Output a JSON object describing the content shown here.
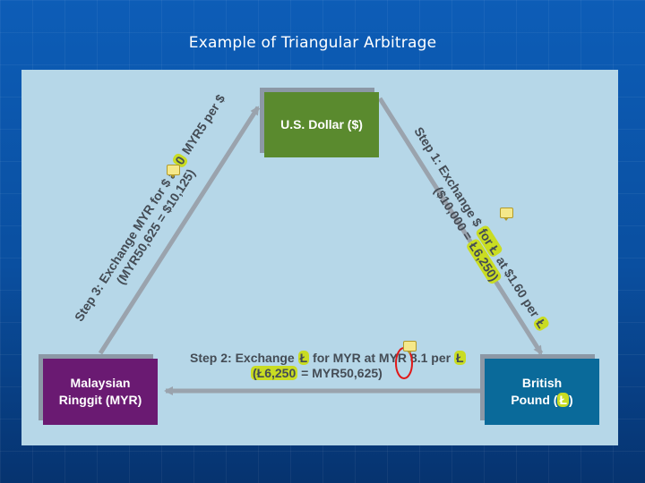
{
  "title": "Example of Triangular Arbitrage",
  "nodes": {
    "usd": {
      "label": "U.S. Dollar ($)"
    },
    "myr": {
      "label": "Malaysian\nRinggit (MYR)"
    },
    "gbp": {
      "label_prefix": "British\nPound (",
      "label_symbol": "Ł",
      "label_suffix": ")"
    }
  },
  "steps": {
    "step1": {
      "line1_a": "Step 1: Exchange $ ",
      "line1_hl": "for Ł",
      "line1_b": " at $1.60 per ",
      "line1_hl2": "Ł",
      "line2_a": "($10,000 = ",
      "line2_hl": "Ł6,250)"
    },
    "step2": {
      "line1_a": "Step 2: Exchange ",
      "line1_hl": "Ł",
      "line1_b": " for MYR at MYR 8.1 per ",
      "line1_hl2": "Ł",
      "line2_hl": "(Ł6,250",
      "line2_b": " = MYR50,625)"
    },
    "step3": {
      "line1_a": "Step 3: Exchange MYR for $ at ",
      "line1_hl": "0",
      "line1_b": " MYR5 per $",
      "line2_a": "(MYR50,625 = $10,125)"
    }
  },
  "colors": {
    "usd_box": "#5a8a2e",
    "myr_box": "#6a1a72",
    "gbp_box": "#0a6a9a",
    "highlight": "#c9dc22",
    "annotation_circle": "#e01818",
    "arrow": "#9aa3ad"
  },
  "icons": [
    "comment-note-icon",
    "comment-note-icon",
    "comment-note-icon"
  ]
}
